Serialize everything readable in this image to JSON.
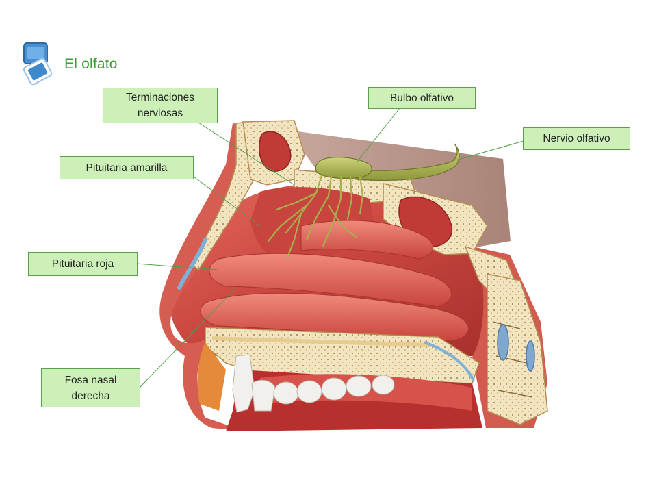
{
  "slide": {
    "title": "El olfato",
    "accent_color": "#3f9b3a",
    "label_fill": "#ccf0b8",
    "label_border": "#5b9e4c",
    "logo_icon": "stacked-squares-icon"
  },
  "labels": {
    "terminaciones": "Terminaciones\nnerviosas",
    "bulbo": "Bulbo olfativo",
    "nervio": "Nervio olfativo",
    "pituitaria_amarilla": "Pituitaria amarilla",
    "pituitaria_roja": "Pituitaria roja",
    "fosa_nasal": "Fosa nasal\nderecha"
  }
}
